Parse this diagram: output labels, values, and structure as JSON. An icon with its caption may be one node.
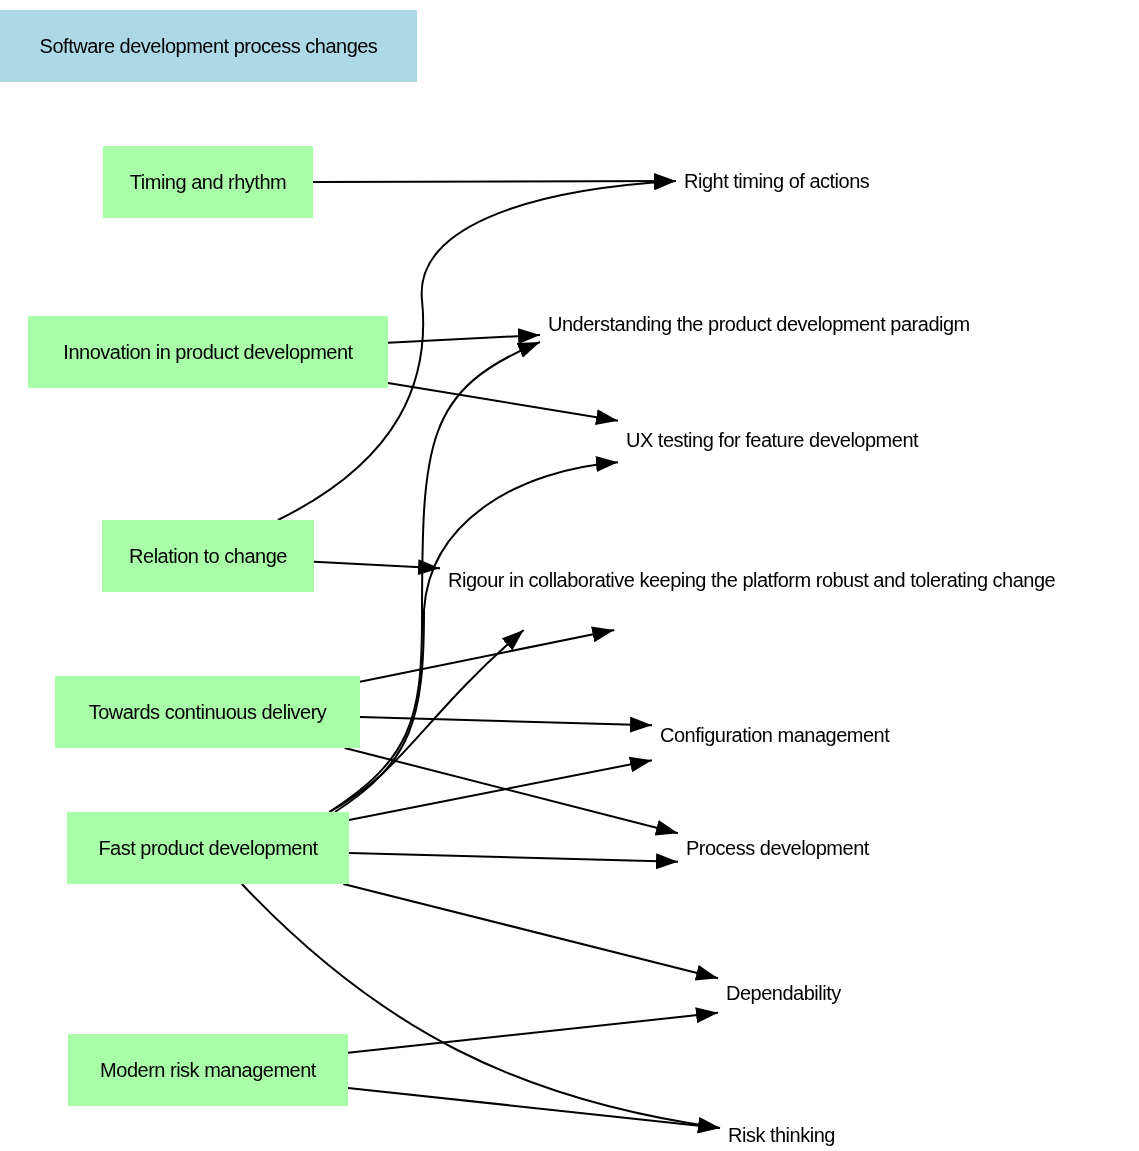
{
  "diagram": {
    "title": "Software development process changes",
    "nodes": [
      {
        "text": [
          "Timing and rhythm"
        ]
      },
      {
        "text": [
          "Innovation in product development"
        ]
      },
      {
        "text": [
          "Relation to change"
        ]
      },
      {
        "text": [
          "Towards continuous delivery"
        ]
      },
      {
        "text": [
          "Fast product development"
        ]
      },
      {
        "text": [
          "Modern risk management"
        ]
      },
      {
        "text": [
          "Right timing of actions"
        ]
      },
      {
        "text": [
          "Understanding the product development paradigm"
        ]
      },
      {
        "text": [
          "UX testing for feature development"
        ]
      },
      {
        "text": [
          "Rigour in collaborative keeping the platform robust and tolerating change"
        ]
      },
      {
        "text": [
          "Configuration management"
        ]
      },
      {
        "text": [
          "Process development"
        ]
      },
      {
        "text": [
          "Dependability"
        ]
      },
      {
        "text": [
          "Risk thinking"
        ]
      }
    ],
    "edges": [
      {
        "from": 0,
        "to": 6,
        "arrow": "to"
      },
      {
        "from": 2,
        "to": 6,
        "arrow": "to"
      },
      {
        "from": 1,
        "to": 7,
        "arrow": "to"
      },
      {
        "from": 4,
        "to": 7,
        "arrow": "to"
      },
      {
        "from": 1,
        "to": 8,
        "arrow": "to"
      },
      {
        "from": 4,
        "to": 8,
        "arrow": "to"
      },
      {
        "from": 2,
        "to": 9,
        "arrow": "to"
      },
      {
        "from": 3,
        "to": 9,
        "arrow": "to"
      },
      {
        "from": 4,
        "to": 9,
        "arrow": "to"
      },
      {
        "from": 3,
        "to": 10,
        "arrow": "to"
      },
      {
        "from": 4,
        "to": 10,
        "arrow": "to"
      },
      {
        "from": 3,
        "to": 11,
        "arrow": "to"
      },
      {
        "from": 4,
        "to": 11,
        "arrow": "to"
      },
      {
        "from": 4,
        "to": 12,
        "arrow": "to"
      },
      {
        "from": 5,
        "to": 12,
        "arrow": "to"
      },
      {
        "from": 4,
        "to": 13,
        "arrow": "to"
      },
      {
        "from": 5,
        "to": 13,
        "arrow": "to"
      }
    ]
  }
}
